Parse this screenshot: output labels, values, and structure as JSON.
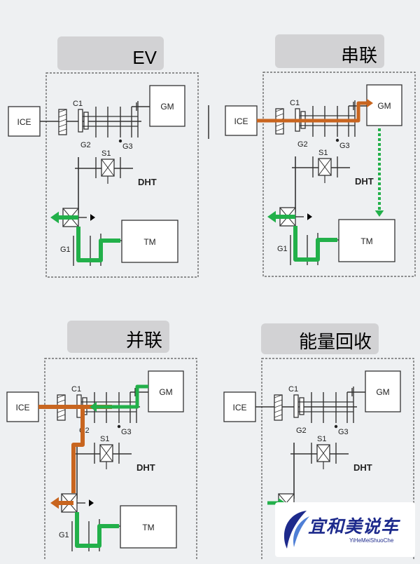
{
  "colors": {
    "background": "#eef0f2",
    "label_bg": "#d2d2d4",
    "line": "#333333",
    "green": "#22b04a",
    "orange": "#c8651f",
    "watermark": "#1d2a8c"
  },
  "labels": {
    "ice": "ICE",
    "gm": "GM",
    "tm": "TM",
    "dht": "DHT",
    "c1": "C1",
    "g2": "G2",
    "g3": "G3",
    "s1": "S1",
    "g1": "G1"
  },
  "panels": [
    {
      "id": "ev",
      "title": "EV"
    },
    {
      "id": "series",
      "title": "串联"
    },
    {
      "id": "parallel",
      "title": "并联"
    },
    {
      "id": "regen",
      "title": "能量回收"
    }
  ],
  "watermark": {
    "title": "宜和美说车",
    "subtitle": "YiHeMeiShuoChe"
  }
}
